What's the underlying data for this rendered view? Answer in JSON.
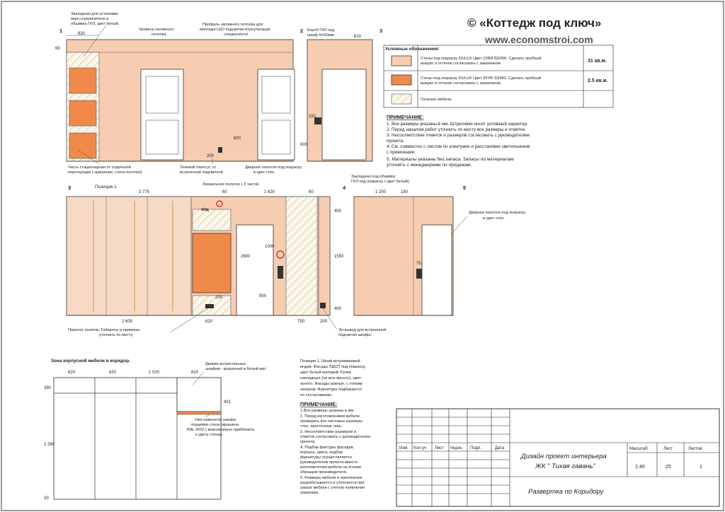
{
  "brand": {
    "title": "© «Коттедж под ключ»",
    "url": "www.economstroi.com"
  },
  "legend": {
    "heading": "Условные обозначения:",
    "items": [
      {
        "text1": "Стены под покраску DULUX Цвет 10RR 83/006. Сделать пробный",
        "text2": "выкрас и оттенок согласовать с заказчиком.",
        "area": "31 кв.м."
      },
      {
        "text1": "Стены под покраску DULUX Цвет 50YR 33/483. Сделать пробный",
        "text2": "выкрас и оттенок согласовать с заказчиком.",
        "area": "2.5 кв.м."
      },
      {
        "text1": "Сечение мебели.",
        "text2": "",
        "area": ""
      }
    ]
  },
  "notes_top": {
    "heading": "ПРИМЕЧАНИЕ:",
    "lines": [
      "1. Все размеры указаны в мм. Штриховки носят условный характер.",
      "2. Перед началом работ уточнить по месту все размеры и отметки.",
      "3. Несоответствие отметок и размеров согласовать с руководителем",
      "проекта.",
      "4. См. совместно с листом по электрике и расстановке светильников",
      "с привязками.",
      "5. Материалы указаны без запаса. Запасы по материалам",
      "уточнять с менеджерами по продажам."
    ]
  },
  "view_numbers": [
    "1",
    "2",
    "3",
    "3",
    "4",
    "5"
  ],
  "labels": {
    "t1": "Закладная для установки",
    "t1b": "верх.ограничителя и",
    "t1c": "обшивка ГКЛ, цвет белый.",
    "t2": "Уровень натяжного",
    "t2b": "потолка.",
    "t3": "Профиль натяжного потолка для",
    "t3b": "монтажа LED подсветки.Консультация",
    "t3c": "специалиста!",
    "t4": "Короб ГКЛ под",
    "t4b": "шкаф Н=60мм",
    "t5": "Часть стационарная от отдельной",
    "t5b": "перегородки ( крашеная, стена-потолок)",
    "t6": "Теневой плинтус со",
    "t6b": "встроенной подсветкой",
    "t7": "Дверное полотно под покраску",
    "t7b": "в цвет стен.",
    "t8": "Позиция 1.",
    "t9": "Зеркальное полотно ( 3 части)",
    "t10": "Закладная под обшивку",
    "t10b": "ГКЛ под покраску ( цвет белый).",
    "t11": "Дверное полотно под покраску",
    "t11b": "в цвет стен.",
    "t12": "Перенос розеток. Габариты и привязка",
    "t12b": "уточнить по месту.",
    "t13": "Эл.вывод для встроенной",
    "t13b": "подсветки шкафа.",
    "t14": "Зона корпусной мебели в коридор.",
    "t15": "Дверки антресольных",
    "t15b": "шкафов - крашеный в белый мат.",
    "t16": "Низ навесного шкафа",
    "t16b": "-торцевая стена окрашена",
    "t16c": "RAL 3022 ( максимально приблизить",
    "t16d": "к цвету стены).",
    "eshch": "э/щ"
  },
  "position_note": {
    "lines": [
      "Позиция 1. Шкаф встраиваемый",
      "индив. Фасады ЛДСП под покраску,",
      "цвет белый матовый. Ручки",
      "накладные (на всю высоту), цвет",
      "золото. Фасады ровные, с тонким",
      "зазором. Фурнитура подбирается",
      "по согласованию."
    ]
  },
  "notes_bottom": {
    "heading": "ПРИМЕЧАНИЕ:",
    "lines": [
      "1.Все размеры указаны в мм.",
      "2. Перед изготовлением мебели",
      "проверить все чистовые размеры",
      "стен, простенков, ниш.",
      "3. Несоответствие размеров и",
      "отметок согласовать с руководителем",
      "проекта.",
      "4. Подбор фактуры фасадов,",
      "корпуса, цвета, подбор",
      "фурнитуры осуществляется",
      "руководителем проекта вместе",
      "изготовителем мебели на основе",
      "образцов производителя.",
      "5. Размеры мебели и наполнение",
      "разрабатывается и уточняется при",
      "заказе мебели с учетом появления",
      "заказчика."
    ]
  },
  "dims": {
    "d630": "630",
    "d610": "610",
    "d600": "600",
    "d200": "200",
    "d800": "800",
    "d60": "60",
    "d3775": "3 775",
    "d1620": "1 620",
    "d60b": "60",
    "d2605": "2 605",
    "d620": "620",
    "d750": "750",
    "d200b": "200",
    "d1250": "1 250",
    "d180": "180",
    "d2600": "2600",
    "d900": "900",
    "d400": "400",
    "d1550": "1550",
    "d1000": "1000",
    "d150": "150",
    "d75": "75",
    "d620a": "620",
    "d620b": "620",
    "d1020": "1 020",
    "d610b": "610",
    "d380": "380",
    "d401": "401",
    "d2290": "2 290",
    "d30": "30"
  },
  "stamp": {
    "cols": [
      "Изм.",
      "Кол.уч",
      "Лист",
      "№док.",
      "Подп.",
      "Дата"
    ],
    "project_line1": "Дизайн проект интерьера",
    "project_line2": "ЖК \" Тихая гавань\"",
    "hdr_scale": "Масштаб",
    "hdr_sheet": "Лист",
    "hdr_sheets": "Листов",
    "scale": "1:40",
    "sheet": "25",
    "sheets": "1",
    "sheet_title": "Развертка по Коридору"
  },
  "colors": {
    "wall_light": "#f7cdb2",
    "wall_orange": "#f08a4b",
    "hatch": "#c8b98a",
    "red_marker": "#d11b1b"
  }
}
